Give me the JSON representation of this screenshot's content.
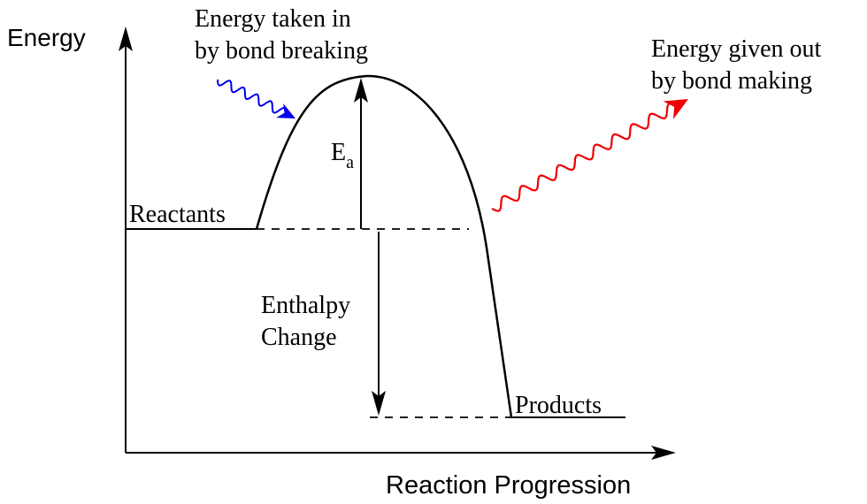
{
  "axes": {
    "y_label": "Energy",
    "x_label": "Reaction Progression"
  },
  "levels": {
    "reactants": "Reactants",
    "products": "Products"
  },
  "activation_energy": {
    "symbol": "E",
    "subscript": "a"
  },
  "enthalpy_change": {
    "line1": "Enthalpy",
    "line2": "Change"
  },
  "energy_in": {
    "line1": "Energy taken in",
    "line2": "by bond breaking",
    "color": "#0000ee"
  },
  "energy_out": {
    "line1": "Energy given out",
    "line2": "by bond making",
    "color": "#ee0000"
  }
}
